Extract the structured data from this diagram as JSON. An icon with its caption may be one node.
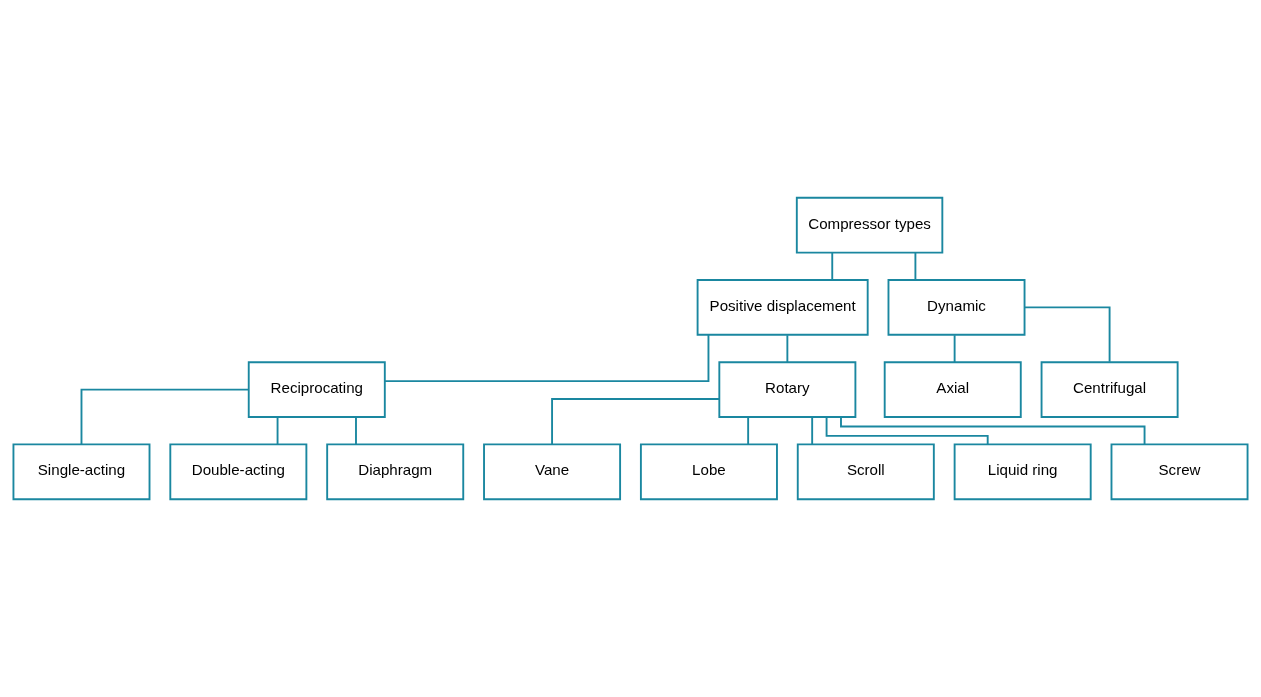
{
  "diagram": {
    "nodes": [
      {
        "text": [
          "Compressor types"
        ]
      },
      {
        "text": [
          "Positive displacement"
        ]
      },
      {
        "text": [
          "Dynamic"
        ]
      },
      {
        "text": [
          "Reciprocating"
        ]
      },
      {
        "text": [
          "Rotary"
        ]
      },
      {
        "text": [
          "Axial"
        ]
      },
      {
        "text": [
          "Centrifugal"
        ]
      },
      {
        "text": [
          "Single-acting"
        ]
      },
      {
        "text": [
          "Double-acting"
        ]
      },
      {
        "text": [
          "Diaphragm"
        ]
      },
      {
        "text": [
          "Vane"
        ]
      },
      {
        "text": [
          "Lobe"
        ]
      },
      {
        "text": [
          "Scroll"
        ]
      },
      {
        "text": [
          "Liquid ring"
        ]
      },
      {
        "text": [
          "Screw"
        ]
      }
    ],
    "edges": [
      {
        "from": 0,
        "to": 1,
        "arrow": "none"
      },
      {
        "from": 0,
        "to": 2,
        "arrow": "none"
      },
      {
        "from": 1,
        "to": 3,
        "arrow": "none"
      },
      {
        "from": 1,
        "to": 4,
        "arrow": "none"
      },
      {
        "from": 2,
        "to": 5,
        "arrow": "none"
      },
      {
        "from": 2,
        "to": 6,
        "arrow": "none"
      },
      {
        "from": 3,
        "to": 7,
        "arrow": "none"
      },
      {
        "from": 3,
        "to": 8,
        "arrow": "none"
      },
      {
        "from": 3,
        "to": 9,
        "arrow": "none"
      },
      {
        "from": 4,
        "to": 10,
        "arrow": "none"
      },
      {
        "from": 4,
        "to": 11,
        "arrow": "none"
      },
      {
        "from": 4,
        "to": 12,
        "arrow": "none"
      },
      {
        "from": 4,
        "to": 13,
        "arrow": "none"
      },
      {
        "from": 4,
        "to": 14,
        "arrow": "none"
      }
    ]
  }
}
